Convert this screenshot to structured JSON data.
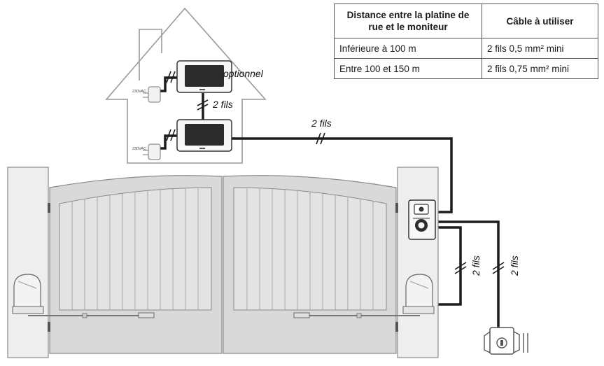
{
  "table": {
    "headers": [
      "Distance entre la platine de rue et le moniteur",
      "Câble à utiliser"
    ],
    "rows": [
      [
        "Inférieure à 100 m",
        "2 fils 0,5 mm² mini"
      ],
      [
        "Entre 100 et 150 m",
        "2 fils 0,75 mm² mini"
      ]
    ]
  },
  "labels": {
    "optional": "optionnel",
    "wires_monitors": "2 fils",
    "wires_main": "2 fils",
    "wires_motor": "2 fils",
    "wires_lock": "2 fils",
    "power_top": "230VAC",
    "power_bottom": "230VAC"
  },
  "colors": {
    "cable": "#1c1c1c",
    "gate": "#d9d9d9",
    "pillar": "#eeeeee",
    "outline": "#8a8a8a",
    "house": "#9a9a9a"
  }
}
